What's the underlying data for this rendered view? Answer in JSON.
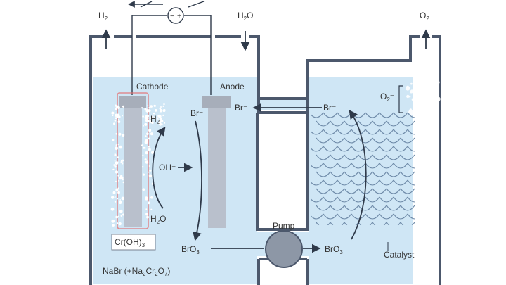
{
  "colors": {
    "water": "#cfe6f5",
    "wall": "#4c586c",
    "electrode": "#b9c0cc",
    "electrode_cap": "#a7aeba",
    "highlight": "#e36f6f",
    "arrow": "#2f3a4a",
    "pump": "#8d97a6",
    "catalyst": "#6e8aa8",
    "bubble": "#ffffff"
  },
  "labels": {
    "h2_top": {
      "main": "H",
      "sub": "2",
      "tail": ""
    },
    "h2o_top": {
      "main": "H",
      "sub": "2",
      "tail": "O"
    },
    "o2_top": {
      "main": "O",
      "sub": "2",
      "tail": ""
    },
    "cathode": "Cathode",
    "anode": "Anode",
    "h2_cell": {
      "main": "H",
      "sub": "2",
      "tail": ""
    },
    "h2o_cell": {
      "main": "H",
      "sub": "2",
      "tail": "O"
    },
    "oh": "OH⁻",
    "br_anode": "Br⁻",
    "br_middle": "Br⁻",
    "br_right": "Br⁻",
    "o2_right": {
      "main": "O",
      "sub": "2",
      "tail": "⁻"
    },
    "cr_oh3": {
      "main": "Cr(OH)",
      "sub": "3",
      "tail": ""
    },
    "bro3_left": {
      "main": "BrO",
      "sub": "3",
      "tail": ""
    },
    "bro3_right": {
      "main": "BrO",
      "sub": "3",
      "tail": ""
    },
    "pump": "Pump",
    "catalyst": "Catalyst",
    "electrolyte": {
      "p1": "NaBr  (+Na",
      "s1": "2",
      "p2": "Cr",
      "s2": "2",
      "p3": "O",
      "s3": "7",
      "p4": ")"
    }
  }
}
